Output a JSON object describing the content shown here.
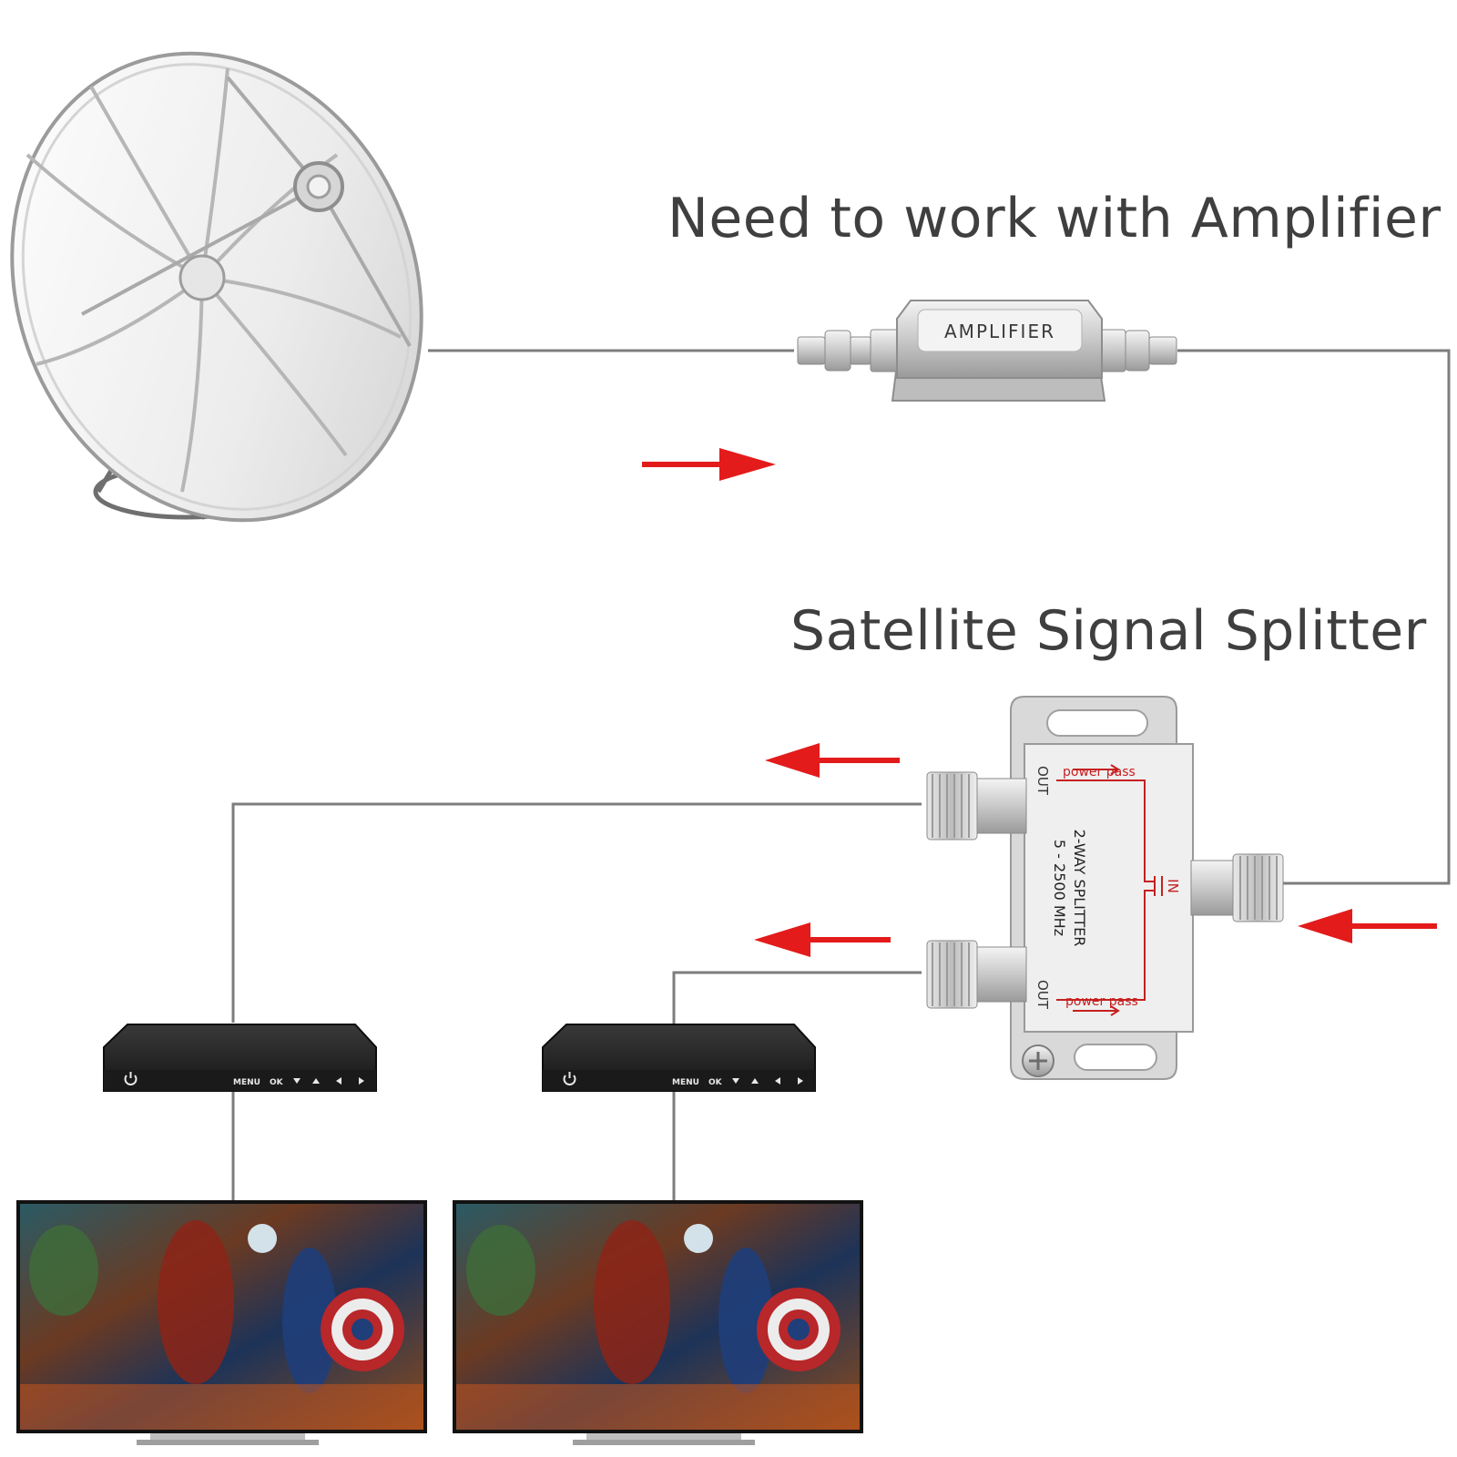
{
  "headings": {
    "amplifier": "Need to work with Amplifier",
    "splitter": "Satellite Signal Splitter"
  },
  "amplifier": {
    "label": "AMPLIFIER"
  },
  "splitter": {
    "model": "2-WAY SPLITTER",
    "range": "5 - 2500 MHz",
    "in_label": "IN",
    "out_label": "OUT",
    "power_pass_label": "power pass"
  },
  "receiver": {
    "menu_label": "MENU",
    "ok_label": "OK"
  },
  "colors": {
    "arrow": "#e31b1b",
    "cable": "#7d7d7d",
    "heading": "#3f3f3f",
    "receiver_body": "#1c1c1c"
  },
  "icons": [
    "satellite-dish-icon",
    "power-icon",
    "arrow-down-icon",
    "arrow-up-icon",
    "arrow-left-icon",
    "arrow-right-icon"
  ]
}
